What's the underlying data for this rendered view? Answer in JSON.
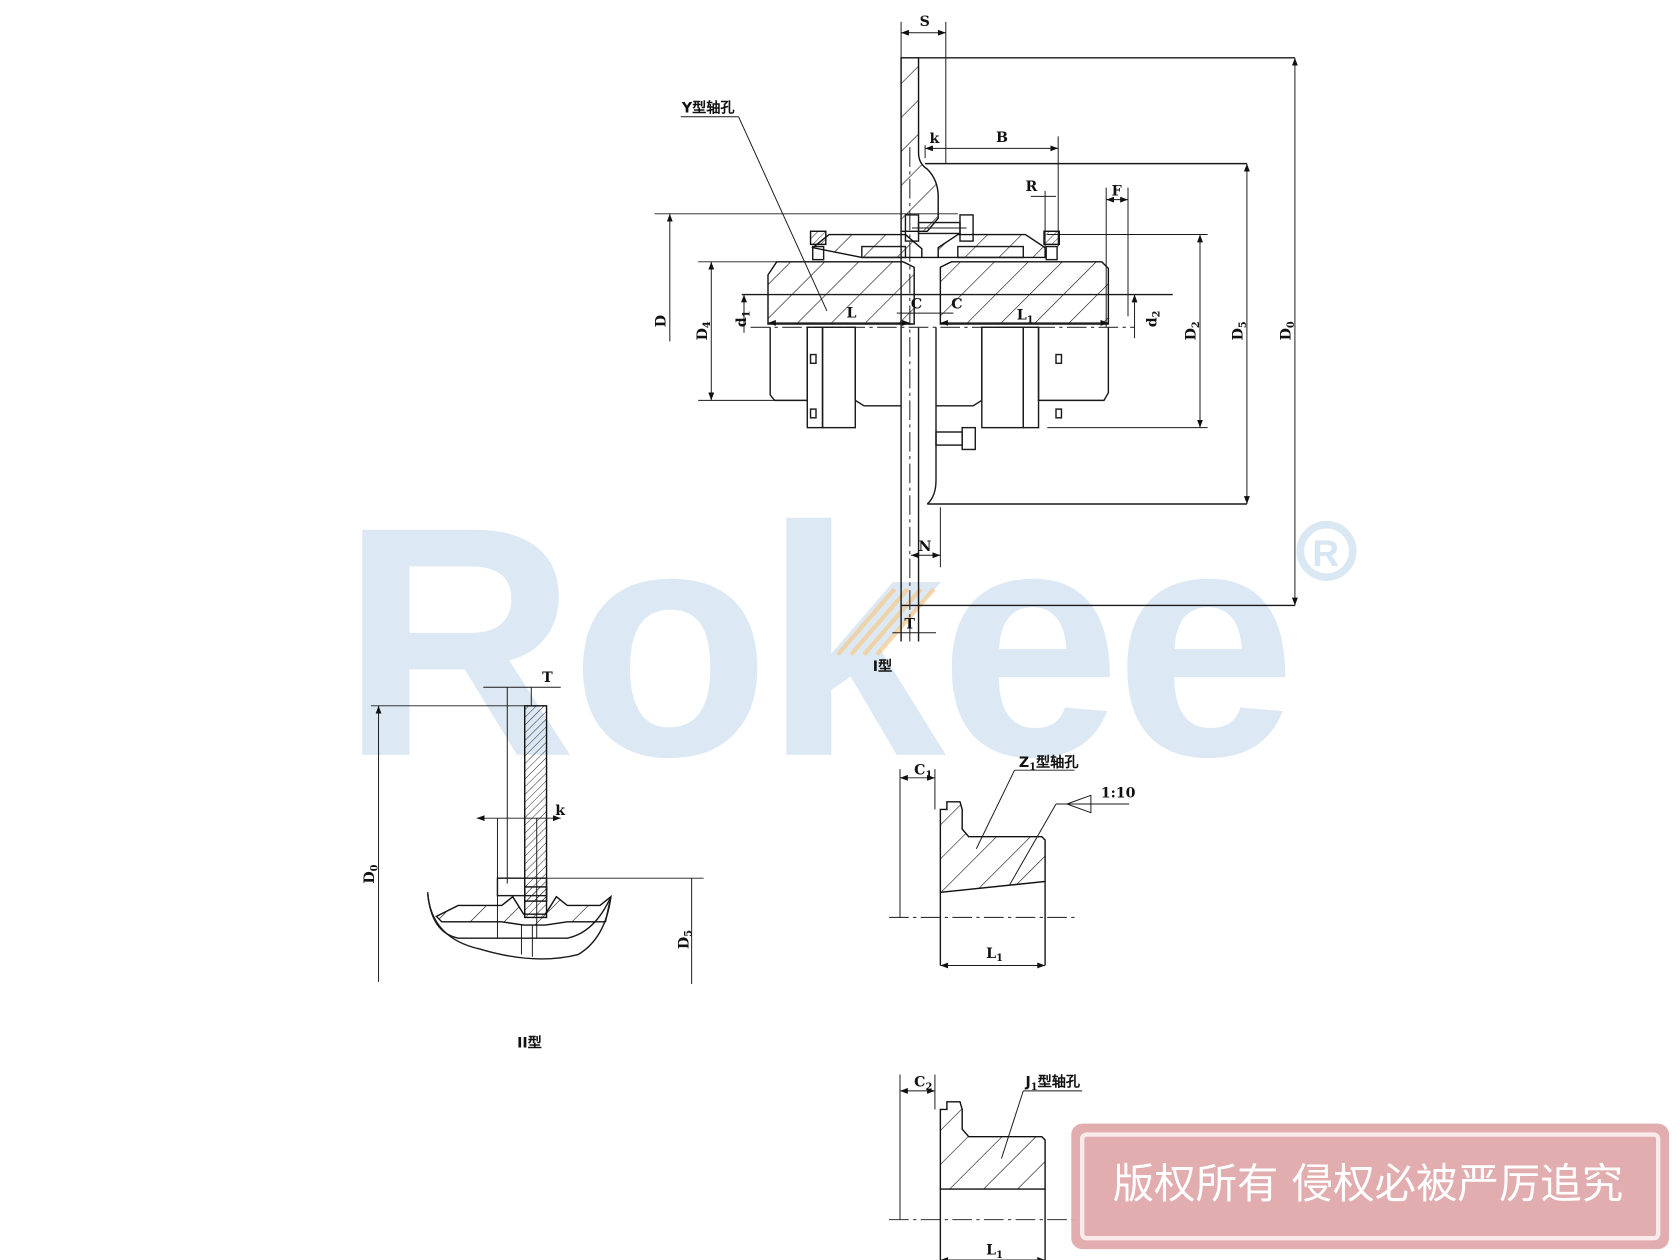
{
  "watermark": {
    "brand": "Rokee",
    "registered_mark": "®",
    "brand_color": "#d6e6f3",
    "copyright_stamp": "版权所有 侵权必被严厉追究",
    "stamp_color": "#e0a9ab"
  },
  "views": {
    "type_I": {
      "caption": "I型",
      "bore_label": "Y型轴孔",
      "dimensions": {
        "S": "S",
        "k": "k",
        "B": "B",
        "R": "R",
        "F": "F",
        "D": "D",
        "D4": "D",
        "D4_sub": "4",
        "d1": "d",
        "d1_sub": "1",
        "L": "L",
        "C_left": "C",
        "C_right": "C",
        "L1": "L",
        "L1_sub": "1",
        "d2": "d",
        "d2_sub": "2",
        "D2": "D",
        "D2_sub": "2",
        "D5": "D",
        "D5_sub": "5",
        "D0": "D",
        "D0_sub": "0",
        "N": "N",
        "T": "T"
      }
    },
    "type_II": {
      "caption": "II型",
      "dimensions": {
        "T": "T",
        "k": "k",
        "D0": "D",
        "D0_sub": "0",
        "D5": "D",
        "D5_sub": "5"
      }
    },
    "z1_bore": {
      "label": "Z",
      "label_sub": "1",
      "label_suffix": "型轴孔",
      "taper": "1:10",
      "C1": "C",
      "C1_sub": "1",
      "L1": "L",
      "L1_sub": "1"
    },
    "j1_bore": {
      "label": "J",
      "label_sub": "1",
      "label_suffix": "型轴孔",
      "C2": "C",
      "C2_sub": "2",
      "L1": "L",
      "L1_sub": "1"
    }
  }
}
